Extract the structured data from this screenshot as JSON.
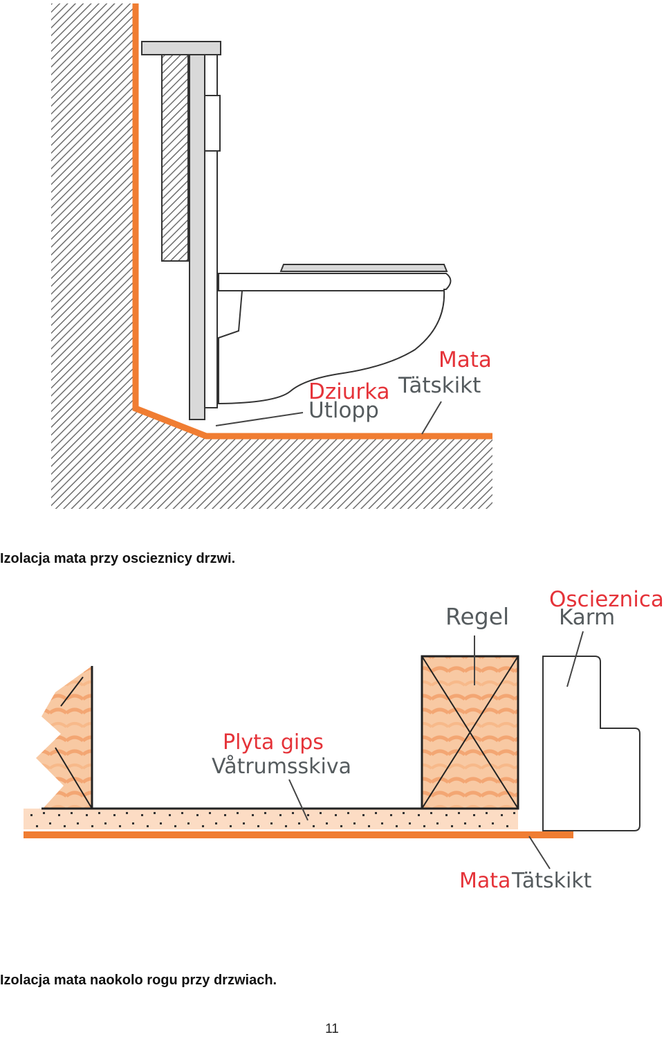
{
  "figure1": {
    "labels": {
      "mata_pl": "Mata",
      "mata_sv": "Tätskikt",
      "dziurka_pl": "Dziurka",
      "dziurka_sv": "Utlopp"
    }
  },
  "caption1": "Izolacja mata przy oscieznicy drzwi.",
  "figure2": {
    "labels": {
      "regel": "Regel",
      "oscieznica_pl": "Oscieznica",
      "oscieznica_sv": "Karm",
      "plyta_pl": "Plyta gips",
      "plyta_sv": "Våtrumsskiva",
      "mata_pl": "Mata",
      "mata_sv": "Tätskikt"
    }
  },
  "caption2": "Izolacja mata naokolo rogu przy drzwiach.",
  "page_number": "11",
  "colors": {
    "membrane": "#f07d32",
    "label_red": "#e53339",
    "label_gray": "#555b5e",
    "wood": "#f6b684",
    "board": "#fcdcc4"
  }
}
